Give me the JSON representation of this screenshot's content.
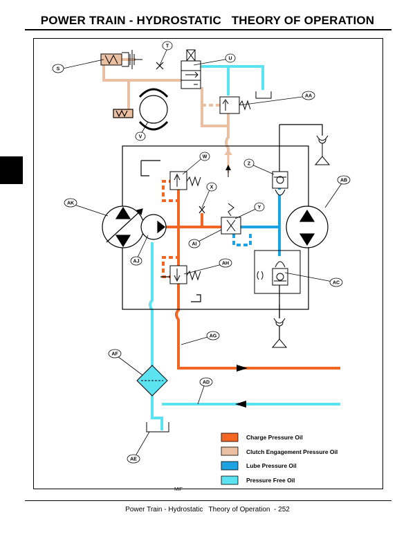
{
  "header": {
    "title": "POWER TRAIN - HYDROSTATIC   THEORY OF OPERATION"
  },
  "footer": {
    "text": "Power Train - Hydrostatic   Theory of Operation  - 252"
  },
  "figure_id": "MIF",
  "colors": {
    "charge": "#F26522",
    "clutch": "#EBBFA2",
    "lube": "#1EA3E2",
    "free": "#5BE3F1",
    "line": "#000000"
  },
  "legend": [
    {
      "label": "Charge Pressure Oil",
      "color": "#F26522"
    },
    {
      "label": "Clutch Engagement Pressure Oil",
      "color": "#EBBFA2"
    },
    {
      "label": "Lube Pressure Oil",
      "color": "#1EA3E2"
    },
    {
      "label": "Pressure Free Oil",
      "color": "#5BE3F1"
    }
  ],
  "callouts": {
    "S": "S",
    "T": "T",
    "U": "U",
    "V": "V",
    "W": "W",
    "X": "X",
    "Y": "Y",
    "Z": "Z",
    "AA": "AA",
    "AB": "AB",
    "AC": "AC",
    "AD": "AD",
    "AE": "AE",
    "AF": "AF",
    "AG": "AG",
    "AH": "AH",
    "AI": "AI",
    "AJ": "AJ",
    "AK": "AK"
  }
}
